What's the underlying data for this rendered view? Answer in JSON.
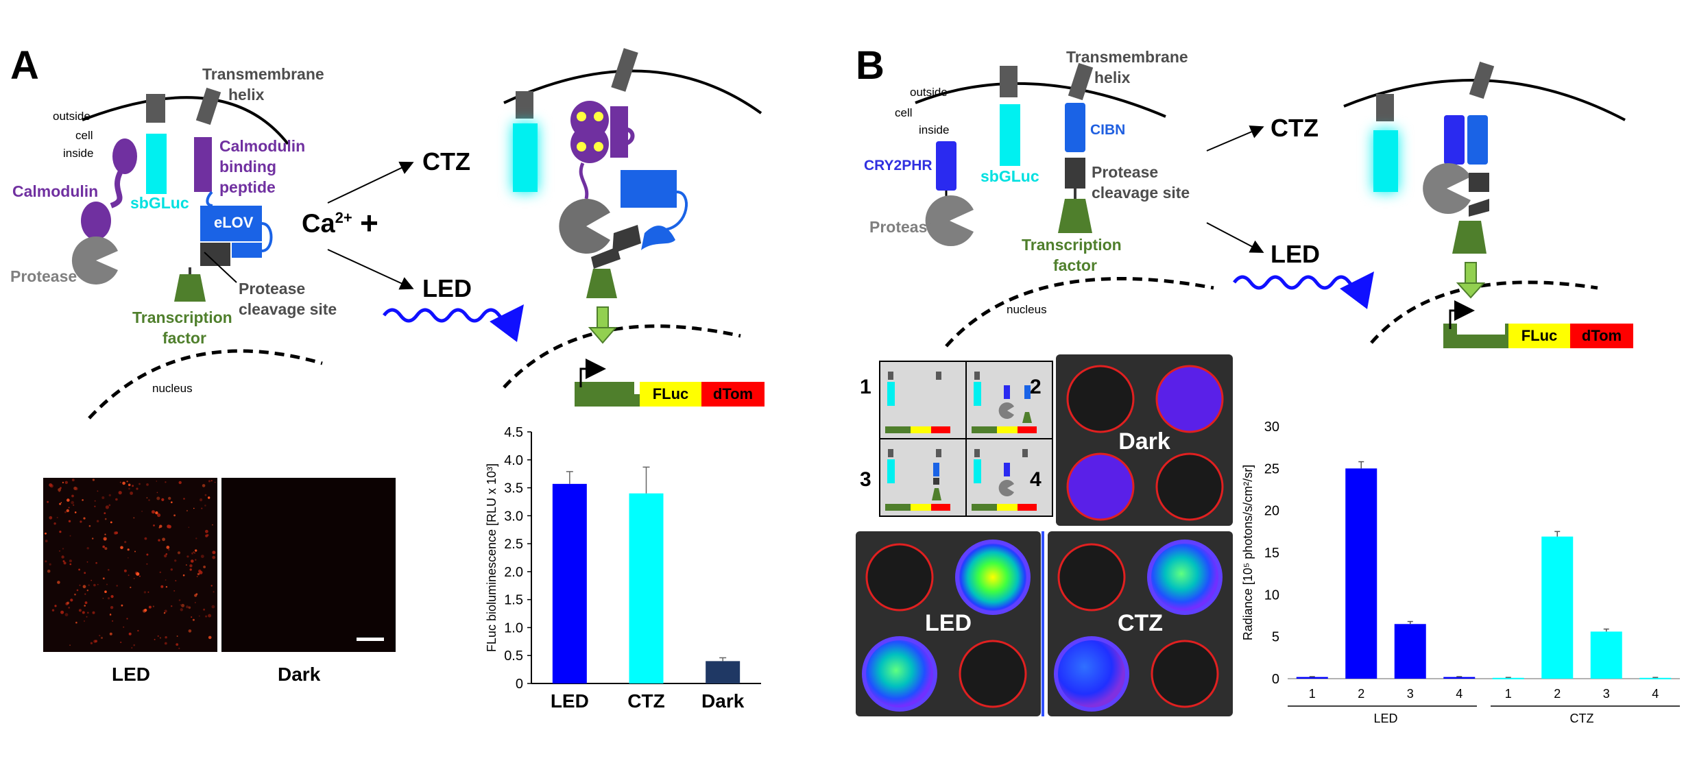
{
  "panelA": {
    "letter": "A",
    "transmembrane": "Transmembrane",
    "helix": "helix",
    "outside": "outside",
    "cell": "cell",
    "inside": "inside",
    "calmodulin": "Calmodulin",
    "sbgluc": "sbGLuc",
    "cbp1": "Calmodulin",
    "cbp2": "binding",
    "cbp3": "peptide",
    "elov": "eLOV",
    "protease": "Protease",
    "cleavage1": "Protease",
    "cleavage2": "cleavage site",
    "tf1": "Transcription",
    "tf2": "factor",
    "nucleus": "nucleus",
    "ca": "Ca",
    "ca_sup": "2+",
    "plus": "+",
    "ctz": "CTZ",
    "led": "LED",
    "fluc": "FLuc",
    "dtom": "dTom",
    "micro_led": "LED",
    "micro_dark": "Dark"
  },
  "panelB": {
    "letter": "B",
    "transmembrane": "Transmembrane",
    "helix": "helix",
    "outside": "outside",
    "cell": "cell",
    "inside": "inside",
    "cry": "CRY2PHR",
    "sbgluc": "sbGLuc",
    "cibn": "CIBN",
    "protease": "Protease",
    "cleavage1": "Protease",
    "cleavage2": "cleavage site",
    "tf1": "Transcription",
    "tf2": "factor",
    "nucleus": "nucleus",
    "ctz": "CTZ",
    "led": "LED",
    "fluc": "FLuc",
    "dtom": "dTom",
    "well_nums": [
      "1",
      "2",
      "3",
      "4"
    ],
    "plate_dark": "Dark",
    "plate_led": "LED",
    "plate_ctz": "CTZ"
  },
  "colors": {
    "cyan": "#00f0f0",
    "blue": "#1a63e6",
    "indigo": "#2a2af0",
    "purple": "#7030a0",
    "green": "#4f7f2c",
    "gray": "#7f7f7f",
    "yellow": "#ffff00",
    "red": "#ff0000",
    "navy": "#1f3864"
  },
  "chart_data": [
    {
      "type": "bar",
      "ylabel": "FLuc bioluminescence [RLU x 10³]",
      "categories": [
        "LED",
        "CTZ",
        "Dark"
      ],
      "values": [
        3.57,
        3.4,
        0.4
      ],
      "errors": [
        0.22,
        0.47,
        0.06
      ],
      "colors": [
        "#0000ff",
        "#00ffff",
        "#1f3864"
      ],
      "ylim": [
        0,
        4.5
      ],
      "yticks": [
        "0",
        "0.5",
        "1.0",
        "1.5",
        "2.0",
        "2.5",
        "3.0",
        "3.5",
        "4.0",
        "4.5"
      ]
    },
    {
      "type": "bar",
      "ylabel": "Radiance [10⁵ photons/s/cm²/sr]",
      "categories": [
        "1",
        "2",
        "3",
        "4",
        "1",
        "2",
        "3",
        "4"
      ],
      "groups": [
        "LED",
        "CTZ"
      ],
      "series": [
        {
          "values": [
            0.2,
            25.0,
            6.5,
            0.2
          ],
          "errors": [
            0.05,
            0.8,
            0.3,
            0.05
          ]
        },
        {
          "values": [
            0.1,
            16.9,
            5.6,
            0.1
          ],
          "errors": [
            0.05,
            0.6,
            0.3,
            0.05
          ]
        }
      ],
      "colors": [
        "#0000ff",
        "#00ffff"
      ],
      "ylim": [
        0,
        30
      ],
      "yticks": [
        "0",
        "5",
        "10",
        "15",
        "20",
        "25",
        "30"
      ]
    }
  ]
}
